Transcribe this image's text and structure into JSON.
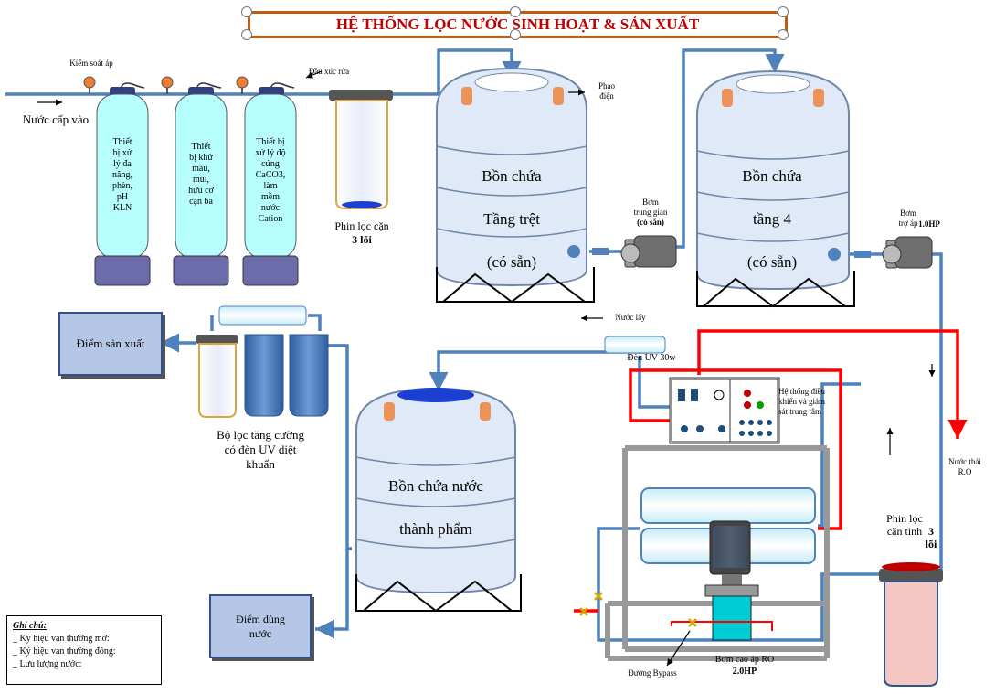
{
  "title": "HỆ THỐNG LỌC NƯỚC SINH HOẠT & SẢN XUẤT",
  "labels": {
    "pressure_control": "Kiểm soát áp",
    "backwash_head": "Đầu xúc rửa",
    "water_inlet": "Nước cấp vào",
    "tank1": "Thiết\nbị xử\nlý đa\nnăng,\nphèn,\npH\nKLN",
    "tank2": "Thiết\nbị khử\nmàu,\nmùi,\nhữu cơ\ncặn bã",
    "tank3": "Thiết bị\nxử lý độ\ncứng\nCaCO3,\nlàm\nmềm\nnước\nCation",
    "sediment_filter": "Phin lọc cặn",
    "sediment_filter_cores": "3 lõi",
    "float_switch": "Phao\nđiện",
    "ground_tank_l1": "Bồn chứa",
    "ground_tank_l2": "Tầng trệt",
    "ground_tank_l3": "(có sẵn)",
    "transfer_pump": "Bơm\ntrung gian",
    "transfer_pump_note": "(có sẵn)",
    "floor4_tank_l1": "Bồn chứa",
    "floor4_tank_l2": "tầng 4",
    "floor4_tank_l3": "(có sẵn)",
    "booster_pump": "Bơm\ntrợ áp",
    "booster_pump_power": "1.0HP",
    "production_point": "Điểm sản xuất",
    "intake_water": "Nước lấy",
    "uv_lamp": "Đèn UV 30w",
    "control_system": "Hệ thống điều\nkhiển và giám\nsát trung tâm",
    "enhanced_filter": "Bộ lọc tăng cường\ncó đèn UV diệt\nkhuẩn",
    "product_tank_l1": "Bồn chứa nước",
    "product_tank_l2": "thành phẩm",
    "ro_waste": "Nước thải\nR.O",
    "fine_filter": "Phin lọc\ncặn tinh",
    "fine_filter_cores": "3\nlõi",
    "usage_point": "Điểm dùng\nnước",
    "ro_pump": "Bơm cao áp RO",
    "ro_pump_power": "2.0HP",
    "bypass": "Đường Bypass"
  },
  "legend": {
    "heading": "Ghi chú:",
    "items": [
      "_  Ký hiệu van thường mở:",
      "_  Ký hiệu van thường đóng:",
      "_  Lưu lượng nước:"
    ]
  },
  "colors": {
    "pipe": "#4f81bd",
    "waste_pipe": "#ff0000",
    "title_border": "#c55a11",
    "title_text": "#c00000",
    "tank_fill": "#b7ffff",
    "white_tank": "#dfe9f7",
    "box_fill": "#b4c7e7",
    "valve": "#ed7d31"
  }
}
